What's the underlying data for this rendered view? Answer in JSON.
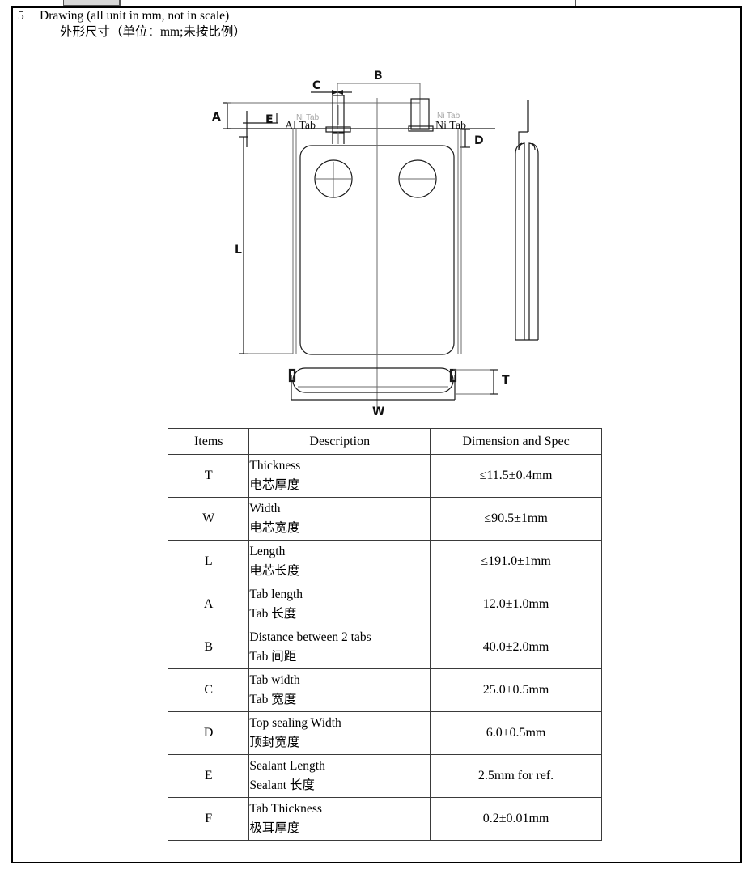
{
  "page": {
    "section_number": "5",
    "title_en": "Drawing (all unit in mm, not in scale)",
    "title_zh": "外形尺寸（单位：mm;未按比例）"
  },
  "drawing": {
    "labels": {
      "A": "A",
      "B": "B",
      "C": "C",
      "D": "D",
      "E": "E",
      "L": "L",
      "T": "T",
      "W": "W",
      "tab_left": "Al  Tab",
      "tab_left_ghost": "Ni Tab",
      "tab_right": "Ni  Tab",
      "tab_right_ghost": "Ni Tab"
    },
    "colors": {
      "line": "#1a1a1a",
      "thin_line": "#6b6b6b",
      "ghost_text": "#9a9a9a"
    }
  },
  "table": {
    "headers": [
      "Items",
      "Description",
      "Dimension and Spec"
    ],
    "rows": [
      {
        "item": "T",
        "desc_en": "Thickness",
        "desc_zh": "电芯厚度",
        "spec": "≤11.5±0.4mm"
      },
      {
        "item": "W",
        "desc_en": "Width",
        "desc_zh": "电芯宽度",
        "spec": "≤90.5±1mm"
      },
      {
        "item": "L",
        "desc_en": "Length",
        "desc_zh": "电芯长度",
        "spec": "≤191.0±1mm"
      },
      {
        "item": "A",
        "desc_en": "Tab length",
        "desc_zh": "Tab  长度",
        "spec": "12.0±1.0mm"
      },
      {
        "item": "B",
        "desc_en": "Distance between 2 tabs",
        "desc_zh": "Tab  间距",
        "spec": "40.0±2.0mm"
      },
      {
        "item": "C",
        "desc_en": "Tab width",
        "desc_zh": "Tab  宽度",
        "spec": "25.0±0.5mm"
      },
      {
        "item": "D",
        "desc_en": "Top sealing Width",
        "desc_zh": "顶封宽度",
        "spec": "6.0±0.5mm"
      },
      {
        "item": "E",
        "desc_en": "Sealant Length",
        "desc_zh": "Sealant  长度",
        "spec": "2.5mm for ref."
      },
      {
        "item": "F",
        "desc_en": "Tab Thickness",
        "desc_zh": "极耳厚度",
        "spec": "0.2±0.01mm"
      }
    ]
  }
}
